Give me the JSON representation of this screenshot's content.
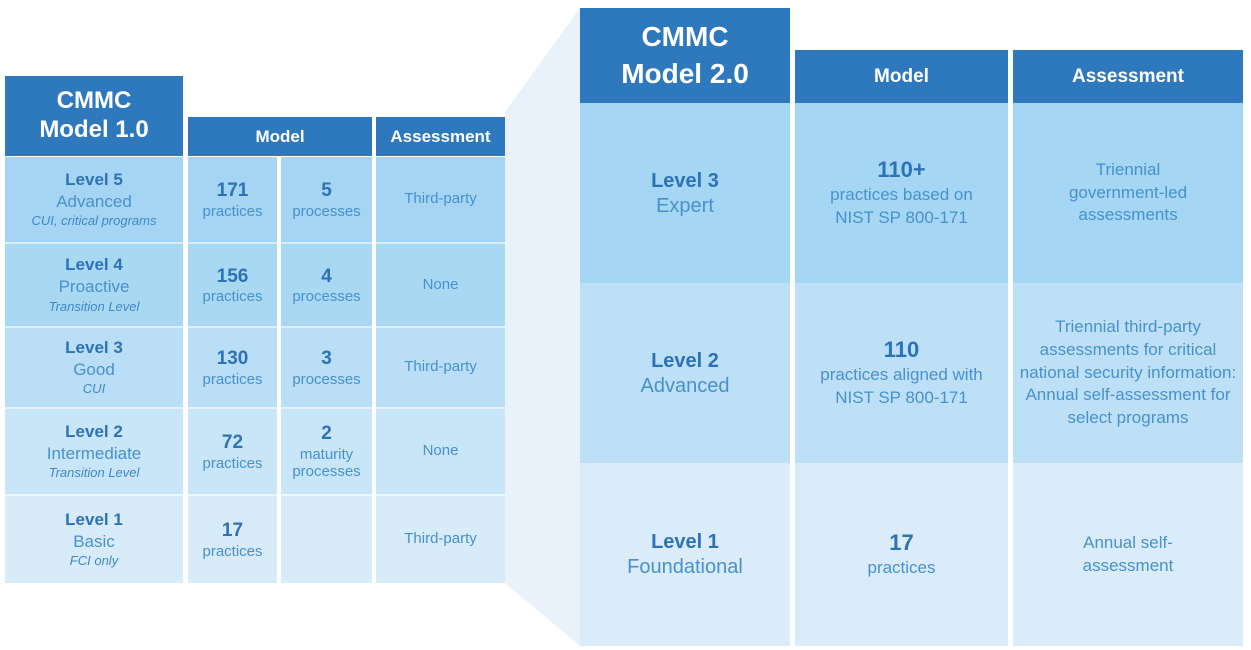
{
  "diagram": {
    "left_table": {
      "title_line1": "CMMC",
      "title_line2": "Model 1.0",
      "model_header": "Model",
      "assessment_header": "Assessment",
      "rows": [
        {
          "level": "Level 5",
          "name": "Advanced",
          "note": "CUI, critical programs",
          "practices_value": "171",
          "practices_label": "practices",
          "processes_value": "5",
          "processes_label": "processes",
          "assessment": "Third-party"
        },
        {
          "level": "Level 4",
          "name": "Proactive",
          "note": "Transition Level",
          "practices_value": "156",
          "practices_label": "practices",
          "processes_value": "4",
          "processes_label": "processes",
          "assessment": "None"
        },
        {
          "level": "Level 3",
          "name": "Good",
          "note": "CUI",
          "practices_value": "130",
          "practices_label": "practices",
          "processes_value": "3",
          "processes_label": "processes",
          "assessment": "Third-party"
        },
        {
          "level": "Level 2",
          "name": "Intermediate",
          "note": "Transition Level",
          "practices_value": "72",
          "practices_label": "practices",
          "processes_value": "2",
          "processes_label": "maturity processes",
          "assessment": "None"
        },
        {
          "level": "Level 1",
          "name": "Basic",
          "note": "FCI only",
          "practices_value": "17",
          "practices_label": "practices",
          "processes_value": "",
          "processes_label": "",
          "assessment": "Third-party"
        }
      ]
    },
    "right_table": {
      "title_line1": "CMMC",
      "title_line2": "Model 2.0",
      "model_header": "Model",
      "assessment_header": "Assessment",
      "rows": [
        {
          "level": "Level 3",
          "name": "Expert",
          "model_value": "110+",
          "model_desc": "practices based on NIST SP 800-171",
          "assessment": "Triennial government-led assessments"
        },
        {
          "level": "Level 2",
          "name": "Advanced",
          "model_value": "110",
          "model_desc": "practices aligned with NIST SP 800-171",
          "assessment": "Triennial third-party assessments for critical national security information: Annual self-assessment for select programs"
        },
        {
          "level": "Level 1",
          "name": "Foundational",
          "model_value": "17",
          "model_desc": "practices",
          "assessment": "Annual self-assessment"
        }
      ]
    }
  },
  "colors": {
    "header_blue": "#2E78BD",
    "text_bold": "#2D72B8",
    "text_regular": "#4791CE",
    "text_note": "#3E88C8",
    "funnel": "#E9F1FA",
    "left_row_1": "#A5D5F2",
    "left_row_2": "#A9D8F3",
    "left_row_3": "#B9DEF5",
    "left_row_4": "#C9E5F8",
    "left_row_5": "#D7EBF9",
    "right_row_1": "#A5D6F3",
    "right_row_2": "#BEE0F6",
    "right_row_3": "#DAECF9"
  }
}
